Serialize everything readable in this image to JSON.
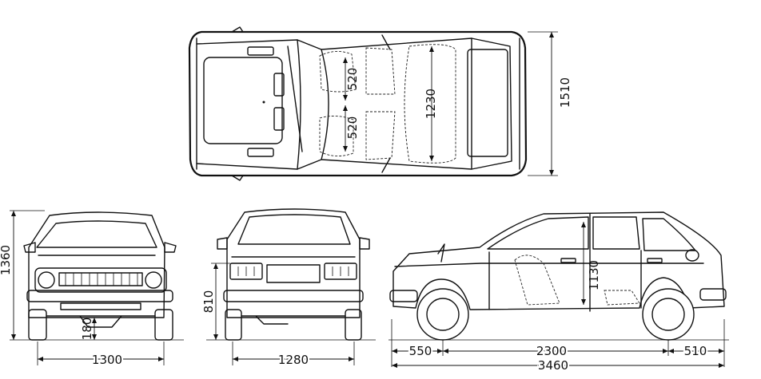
{
  "dimensions": {
    "top_seat_front": "520",
    "top_seat_rear": "520",
    "top_interior_width": "1230",
    "top_overall_width": "1510",
    "height": "1360",
    "ground_clearance": "180",
    "front_track": "1300",
    "rear_track": "1280",
    "rear_bumper_height": "810",
    "interior_height": "1130",
    "front_overhang": "550",
    "wheelbase": "2300",
    "rear_overhang": "510",
    "overall_length": "3460"
  },
  "colors": {
    "line": "#111111",
    "background": "#ffffff"
  }
}
